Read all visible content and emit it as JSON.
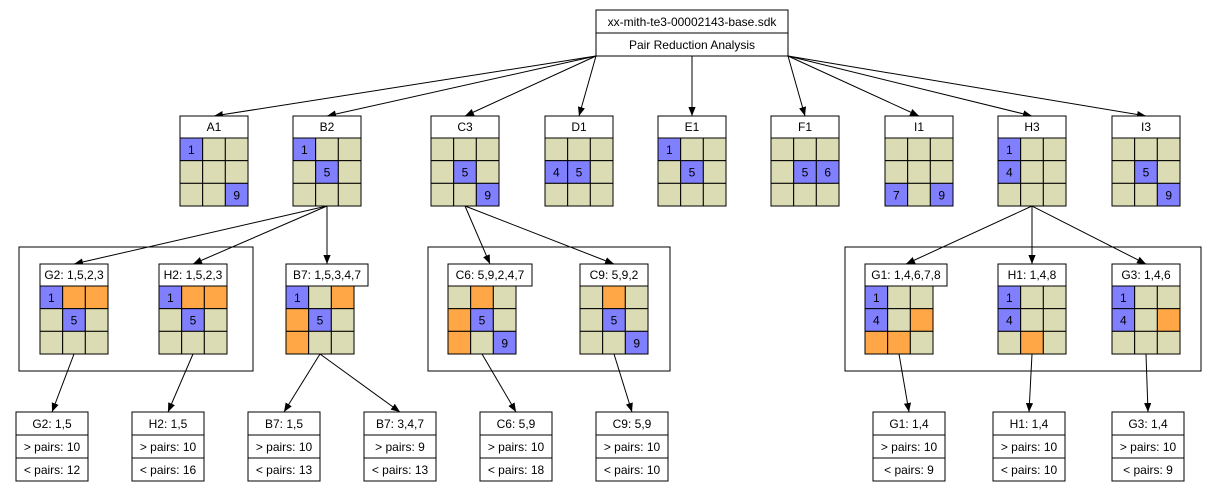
{
  "root": {
    "file": "xx-mith-te3-00002143-base.sdk",
    "subtitle": "Pair Reduction Analysis"
  },
  "colors": {
    "empty": "#dcdcb4",
    "given": "#8080ff",
    "pair": "#ffa646",
    "line": "#000000"
  },
  "boxes": [
    {
      "id": "A1",
      "title": "A1",
      "cells": [
        [
          "1",
          1
        ],
        [
          "",
          0
        ],
        [
          "",
          0
        ],
        [
          "",
          0
        ],
        [
          "",
          0
        ],
        [
          "",
          0
        ],
        [
          "",
          0
        ],
        [
          "",
          0
        ],
        [
          "9",
          1
        ]
      ]
    },
    {
      "id": "B2",
      "title": "B2",
      "cells": [
        [
          "1",
          1
        ],
        [
          "",
          0
        ],
        [
          "",
          0
        ],
        [
          "",
          0
        ],
        [
          "5",
          1
        ],
        [
          "",
          0
        ],
        [
          "",
          0
        ],
        [
          "",
          0
        ],
        [
          "",
          0
        ]
      ]
    },
    {
      "id": "C3",
      "title": "C3",
      "cells": [
        [
          "",
          0
        ],
        [
          "",
          0
        ],
        [
          "",
          0
        ],
        [
          "",
          0
        ],
        [
          "5",
          1
        ],
        [
          "",
          0
        ],
        [
          "",
          0
        ],
        [
          "",
          0
        ],
        [
          "9",
          1
        ]
      ]
    },
    {
      "id": "D1",
      "title": "D1",
      "cells": [
        [
          "",
          0
        ],
        [
          "",
          0
        ],
        [
          "",
          0
        ],
        [
          "4",
          1
        ],
        [
          "5",
          1
        ],
        [
          "",
          0
        ],
        [
          "",
          0
        ],
        [
          "",
          0
        ],
        [
          "",
          0
        ]
      ]
    },
    {
      "id": "E1",
      "title": "E1",
      "cells": [
        [
          "1",
          1
        ],
        [
          "",
          0
        ],
        [
          "",
          0
        ],
        [
          "",
          0
        ],
        [
          "5",
          1
        ],
        [
          "",
          0
        ],
        [
          "",
          0
        ],
        [
          "",
          0
        ],
        [
          "",
          0
        ]
      ]
    },
    {
      "id": "F1",
      "title": "F1",
      "cells": [
        [
          "",
          0
        ],
        [
          "",
          0
        ],
        [
          "",
          0
        ],
        [
          "",
          0
        ],
        [
          "5",
          1
        ],
        [
          "6",
          1
        ],
        [
          "",
          0
        ],
        [
          "",
          0
        ],
        [
          "",
          0
        ]
      ]
    },
    {
      "id": "I1",
      "title": "I1",
      "cells": [
        [
          "",
          0
        ],
        [
          "",
          0
        ],
        [
          "",
          0
        ],
        [
          "",
          0
        ],
        [
          "",
          0
        ],
        [
          "",
          0
        ],
        [
          "7",
          1
        ],
        [
          "",
          0
        ],
        [
          "9",
          1
        ]
      ]
    },
    {
      "id": "H3",
      "title": "H3",
      "cells": [
        [
          "1",
          1
        ],
        [
          "",
          0
        ],
        [
          "",
          0
        ],
        [
          "4",
          1
        ],
        [
          "",
          0
        ],
        [
          "",
          0
        ],
        [
          "",
          0
        ],
        [
          "",
          0
        ],
        [
          "",
          0
        ]
      ]
    },
    {
      "id": "I3",
      "title": "I3",
      "cells": [
        [
          "",
          0
        ],
        [
          "",
          0
        ],
        [
          "",
          0
        ],
        [
          "",
          0
        ],
        [
          "5",
          1
        ],
        [
          "",
          0
        ],
        [
          "",
          0
        ],
        [
          "",
          0
        ],
        [
          "9",
          1
        ]
      ]
    },
    {
      "id": "G2",
      "title": "G2: 1,5,2,3",
      "cells": [
        [
          "1",
          1
        ],
        [
          "",
          2
        ],
        [
          "",
          2
        ],
        [
          "",
          0
        ],
        [
          "5",
          1
        ],
        [
          "",
          0
        ],
        [
          "",
          0
        ],
        [
          "",
          0
        ],
        [
          "",
          0
        ]
      ]
    },
    {
      "id": "H2",
      "title": "H2: 1,5,2,3",
      "cells": [
        [
          "1",
          1
        ],
        [
          "",
          2
        ],
        [
          "",
          2
        ],
        [
          "",
          0
        ],
        [
          "5",
          1
        ],
        [
          "",
          0
        ],
        [
          "",
          0
        ],
        [
          "",
          0
        ],
        [
          "",
          0
        ]
      ]
    },
    {
      "id": "B7",
      "title": "B7: 1,5,3,4,7",
      "cells": [
        [
          "1",
          1
        ],
        [
          "",
          0
        ],
        [
          "",
          2
        ],
        [
          "",
          2
        ],
        [
          "5",
          1
        ],
        [
          "",
          0
        ],
        [
          "",
          2
        ],
        [
          "",
          0
        ],
        [
          "",
          0
        ]
      ]
    },
    {
      "id": "C6",
      "title": "C6: 5,9,2,4,7",
      "cells": [
        [
          "",
          0
        ],
        [
          "",
          2
        ],
        [
          "",
          0
        ],
        [
          "",
          2
        ],
        [
          "5",
          1
        ],
        [
          "",
          0
        ],
        [
          "",
          2
        ],
        [
          "",
          0
        ],
        [
          "9",
          1
        ]
      ]
    },
    {
      "id": "C9",
      "title": "C9: 5,9,2",
      "cells": [
        [
          "",
          0
        ],
        [
          "",
          2
        ],
        [
          "",
          0
        ],
        [
          "",
          0
        ],
        [
          "5",
          1
        ],
        [
          "",
          0
        ],
        [
          "",
          0
        ],
        [
          "",
          0
        ],
        [
          "9",
          1
        ]
      ]
    },
    {
      "id": "G1",
      "title": "G1: 1,4,6,7,8",
      "cells": [
        [
          "1",
          1
        ],
        [
          "",
          0
        ],
        [
          "",
          0
        ],
        [
          "4",
          1
        ],
        [
          "",
          0
        ],
        [
          "",
          2
        ],
        [
          "",
          2
        ],
        [
          "",
          2
        ],
        [
          "",
          0
        ]
      ]
    },
    {
      "id": "H1",
      "title": "H1: 1,4,8",
      "cells": [
        [
          "1",
          1
        ],
        [
          "",
          0
        ],
        [
          "",
          0
        ],
        [
          "4",
          1
        ],
        [
          "",
          0
        ],
        [
          "",
          0
        ],
        [
          "",
          0
        ],
        [
          "",
          2
        ],
        [
          "",
          0
        ]
      ]
    },
    {
      "id": "G3",
      "title": "G3: 1,4,6",
      "cells": [
        [
          "1",
          1
        ],
        [
          "",
          0
        ],
        [
          "",
          0
        ],
        [
          "4",
          1
        ],
        [
          "",
          0
        ],
        [
          "",
          2
        ],
        [
          "",
          0
        ],
        [
          "",
          0
        ],
        [
          "",
          0
        ]
      ]
    }
  ],
  "groups": [
    {
      "id": "group-left"
    },
    {
      "id": "group-middle"
    },
    {
      "id": "group-right"
    }
  ],
  "results": [
    {
      "id": "G2",
      "title": "G2: 1,5",
      "gt": "> pairs: 10",
      "lt": "< pairs: 12"
    },
    {
      "id": "H2",
      "title": "H2: 1,5",
      "gt": "> pairs: 10",
      "lt": "< pairs: 16"
    },
    {
      "id": "B7a",
      "title": "B7: 1,5",
      "gt": "> pairs: 10",
      "lt": "< pairs: 13"
    },
    {
      "id": "B7b",
      "title": "B7: 3,4,7",
      "gt": "> pairs: 9",
      "lt": "< pairs: 13"
    },
    {
      "id": "C6",
      "title": "C6: 5,9",
      "gt": "> pairs: 10",
      "lt": "< pairs: 18"
    },
    {
      "id": "C9",
      "title": "C9: 5,9",
      "gt": "> pairs: 10",
      "lt": "< pairs: 10"
    },
    {
      "id": "G1",
      "title": "G1: 1,4",
      "gt": "> pairs: 10",
      "lt": "< pairs: 9"
    },
    {
      "id": "H1",
      "title": "H1: 1,4",
      "gt": "> pairs: 10",
      "lt": "< pairs: 10"
    },
    {
      "id": "G3",
      "title": "G3: 1,4",
      "gt": "> pairs: 10",
      "lt": "< pairs: 9"
    }
  ],
  "edges": [
    [
      "root",
      "A1"
    ],
    [
      "root",
      "B2"
    ],
    [
      "root",
      "C3"
    ],
    [
      "root",
      "D1"
    ],
    [
      "root",
      "E1"
    ],
    [
      "root",
      "F1"
    ],
    [
      "root",
      "I1"
    ],
    [
      "root",
      "H3"
    ],
    [
      "root",
      "I3"
    ],
    [
      "B2",
      "G2"
    ],
    [
      "B2",
      "H2"
    ],
    [
      "B2",
      "B7"
    ],
    [
      "C3",
      "C6"
    ],
    [
      "C3",
      "C9"
    ],
    [
      "H3",
      "G1"
    ],
    [
      "H3",
      "H1"
    ],
    [
      "H3",
      "G3"
    ],
    [
      "G2",
      "r:G2"
    ],
    [
      "H2",
      "r:H2"
    ],
    [
      "B7",
      "r:B7a"
    ],
    [
      "B7",
      "r:B7b"
    ],
    [
      "C6",
      "r:C6"
    ],
    [
      "C9",
      "r:C9"
    ],
    [
      "G1",
      "r:G1"
    ],
    [
      "H1",
      "r:H1"
    ],
    [
      "G3",
      "r:G3"
    ]
  ]
}
